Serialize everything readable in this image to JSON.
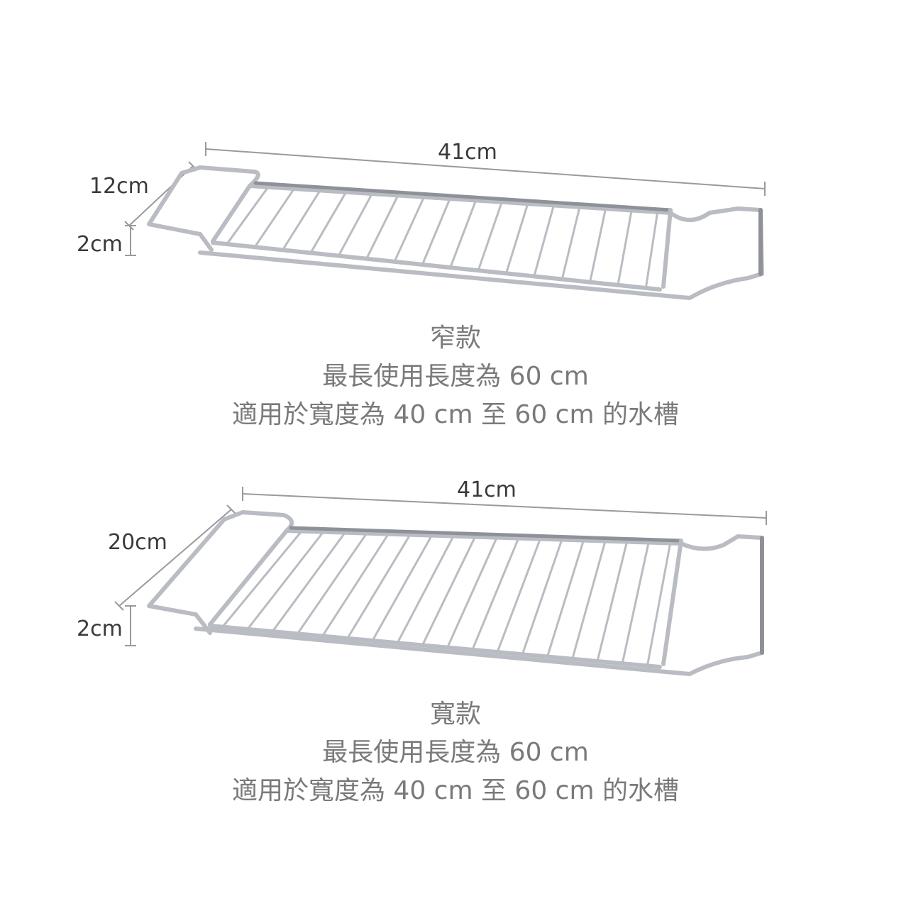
{
  "narrow": {
    "length_label": "41cm",
    "width_label": "12cm",
    "height_label": "2cm",
    "title": "窄款",
    "line1": "最長使用長度為 60 cm",
    "line2": "適用於寬度為 40 cm 至 60 cm 的水槽",
    "wire_count": 16
  },
  "wide": {
    "length_label": "41cm",
    "width_label": "20cm",
    "height_label": "2cm",
    "title": "寬款",
    "line1": "最長使用長度為 60 cm",
    "line2": "適用於寬度為 40 cm 至 60 cm 的水槽",
    "wire_count": 18
  },
  "colors": {
    "metal": "#b9bcc2",
    "metal_dark": "#8e9298",
    "dimension_line": "#9a9a9a",
    "caption_text": "#7a7a7a"
  }
}
